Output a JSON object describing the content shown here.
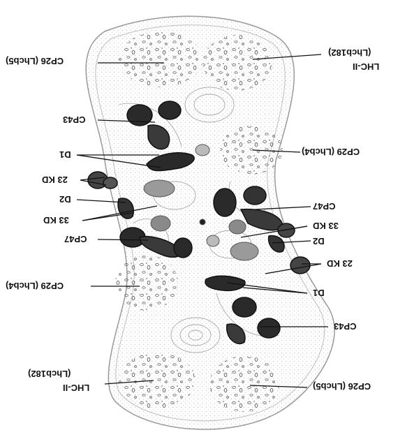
{
  "labels": {
    "cp26_top_left": "CP26 (Lhcb5)",
    "lhcii_top_right": "LHC-II",
    "lhcb182_top_right": "(Lhcb182)",
    "cp43_left": "CP43",
    "d1_left": "D1",
    "cp29_right": "CP29 (Lhcb4)",
    "kd23_left": "23 KD",
    "d2_left": "D2",
    "cp47_right": "CP47",
    "kd33_left": "33 KD",
    "kd33_right": "33 KD",
    "cp47_left": "CP47",
    "d2_right": "D2",
    "kd23_right": "23 KD",
    "cp29_left": "CP29 (Lhcb4)",
    "d1_right": "D1",
    "cp43_right": "CP43",
    "lhcb182_bottom_left": "(Lhcb182)",
    "lhcii_bottom_left": "LHC-II",
    "cp26_bottom_right": "CP26 (Lhcb5)"
  },
  "colors": {
    "ink": "#111111",
    "dense_blob": "#2a2a2a",
    "medium_blob": "#8a8a8a",
    "contour": "#9a9a9a"
  }
}
